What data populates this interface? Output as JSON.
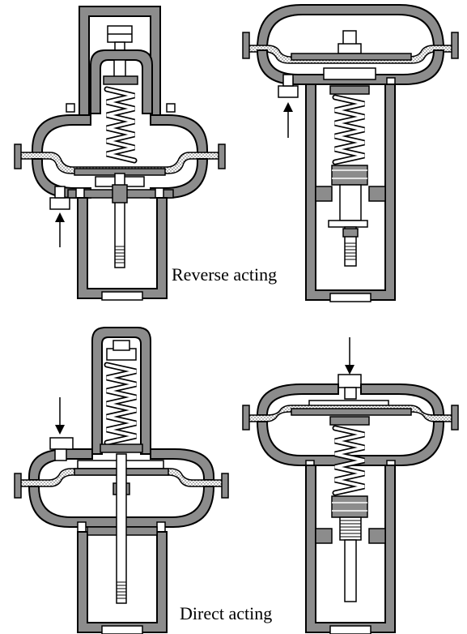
{
  "captions": {
    "reverse": "Reverse acting",
    "direct": "Direct acting"
  },
  "colors": {
    "metal": "#8c8c8c",
    "background": "#ffffff",
    "line": "#000000"
  },
  "arrows": {
    "reverse_left": "up",
    "reverse_right": "up",
    "direct_left": "down",
    "direct_right": "down"
  }
}
